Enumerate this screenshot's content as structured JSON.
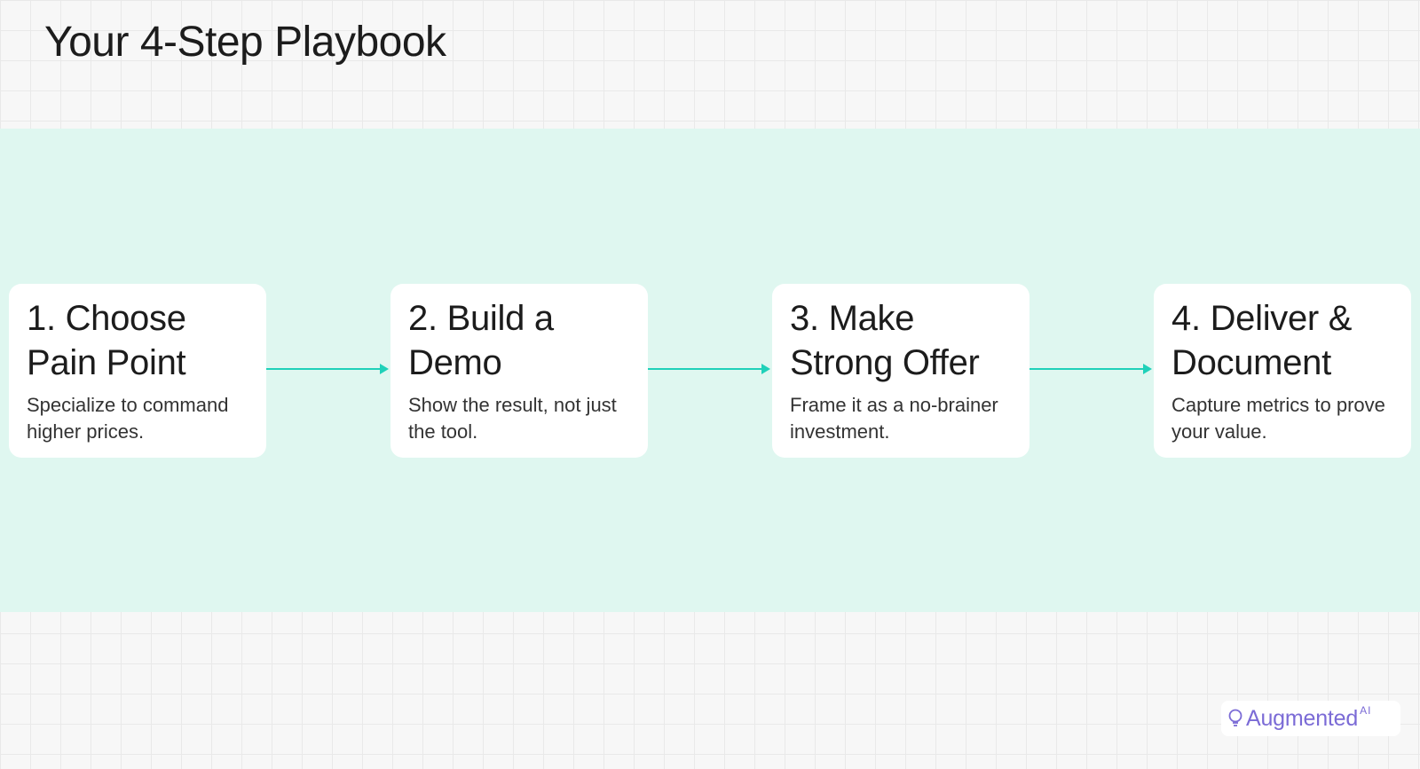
{
  "title": "Your 4-Step Playbook",
  "steps": [
    {
      "title": "1. Choose Pain Point",
      "desc": "Specialize to command higher prices."
    },
    {
      "title": "2. Build a Demo",
      "desc": "Show the result, not just the tool."
    },
    {
      "title": "3. Make Strong Offer",
      "desc": "Frame it as a no-brainer investment."
    },
    {
      "title": "4. Deliver & Document",
      "desc": "Capture metrics to prove your value."
    }
  ],
  "brand": {
    "name": "Augmented",
    "suffix": "AI"
  },
  "colors": {
    "band": "#dff7f0",
    "arrow": "#1fd1b9",
    "brand": "#7b6bd6"
  }
}
